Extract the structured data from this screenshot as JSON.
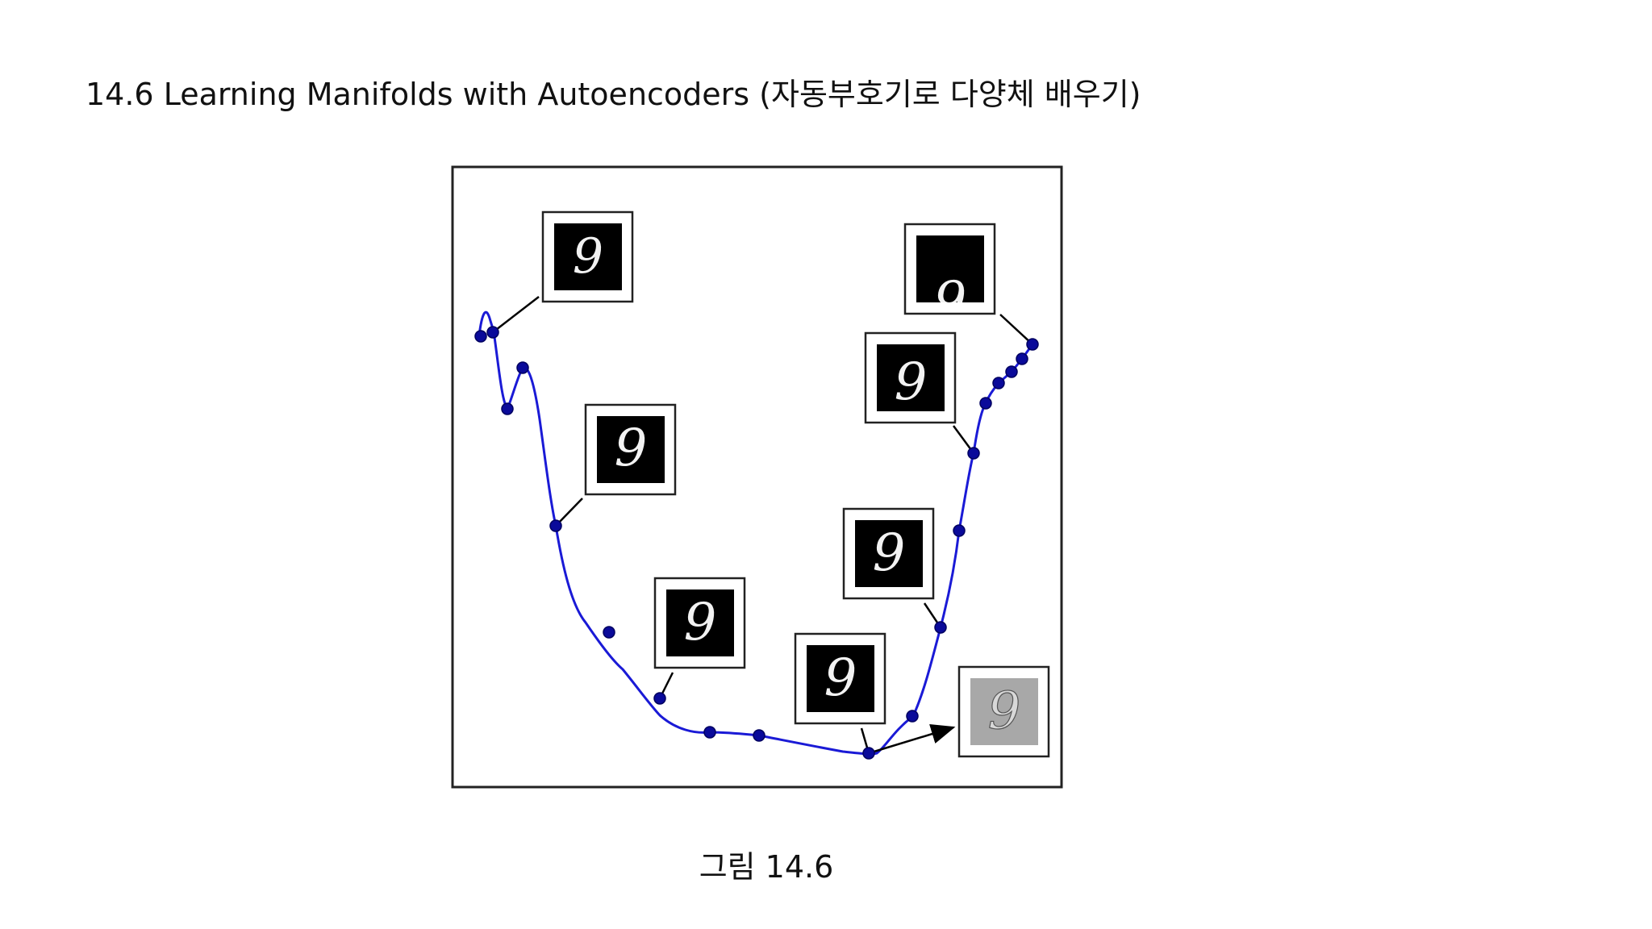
{
  "slide": {
    "title": "14.6 Learning Manifolds with Autoencoders (자동부호기로 다양체 배우기)",
    "caption": "그림 14.6"
  },
  "diagram": {
    "curve_color": "#1a1ad6",
    "point_color": "#0a0a9a",
    "thumbnail_digit": "9",
    "thumbnail_background": "#000000",
    "reconstruction_background": "#a8a8a8"
  }
}
